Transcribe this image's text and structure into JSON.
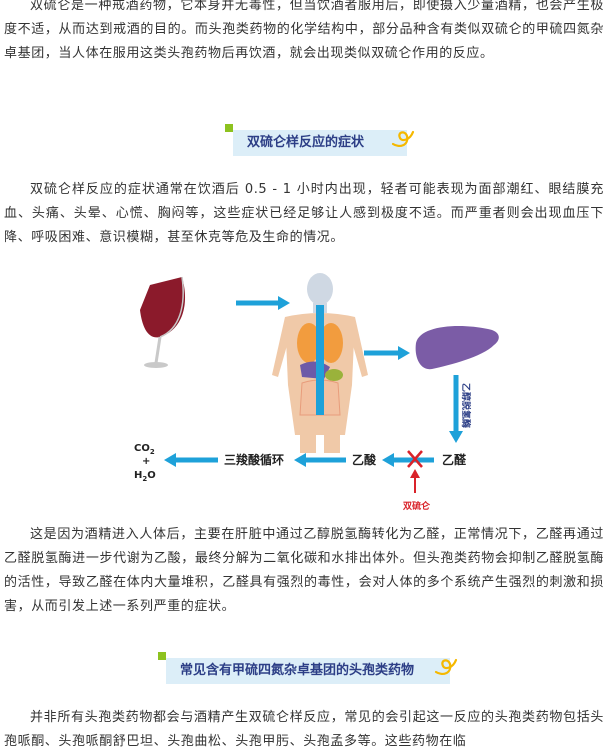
{
  "paragraph1": "双硫仑是一种戒酒药物，它本身并无毒性，但当饮酒者服用后，即使摄入少量酒精，也会产生极度不适，从而达到戒酒的目的。而头孢类药物的化学结构中，部分品种含有类似双硫仑的甲硫四氮杂卓基团，当人体在服用这类头孢药物后再饮酒，就会出现类似双硫仑作用的反应。",
  "heading1": "双硫仑样反应的症状",
  "paragraph2": "双硫仑样反应的症状通常在饮酒后 0.5 - 1 小时内出现，轻者可能表现为面部潮红、眼结膜充血、头痛、头晕、心慌、胸闷等，这些症状已经足够让人感到极度不适。而严重者则会出现血压下降、呼吸困难、意识模糊，甚至休克等危及生命的情况。",
  "diagram": {
    "co2": "CO",
    "co2_sub": "2",
    "plus": "+",
    "h2o_h": "H",
    "h2o_sub": "2",
    "h2o_o": "O",
    "tca": "三羧酸循环",
    "acetic_acid": "乙酸",
    "acetaldehyde": "乙醛",
    "adh": "乙醇脱氢酶",
    "disulfiram": "双硫仑"
  },
  "paragraph3": "这是因为酒精进入人体后，主要在肝脏中通过乙醇脱氢酶转化为乙醛，正常情况下，乙醛再通过乙醛脱氢酶进一步代谢为乙酸，最终分解为二氧化碳和水排出体外。但头孢类药物会抑制乙醛脱氢酶的活性，导致乙醛在体内大量堆积，乙醛具有强烈的毒性，会对人体的多个系统产生强烈的刺激和损害，从而引发上述一系列严重的症状。",
  "heading2": "常见含有甲硫四氮杂卓基团的头孢类药物",
  "paragraph4": "并非所有头孢类药物都会与酒精产生双硫仑样反应，常见的会引起这一反应的头孢类药物包括头孢哌酮、头孢哌酮舒巴坦、头孢曲松、头孢甲肟、头孢孟多等。这些药物在临",
  "colors": {
    "arrow": "#1ea1d9",
    "heading_bg": "#dceef8",
    "heading_text": "#2c3e86",
    "accent_green": "#8dc21f",
    "accent_yellow": "#f5b800",
    "liver": "#7b5ca6",
    "wine": "#8b1a2b",
    "inhibit": "#d9232a"
  }
}
